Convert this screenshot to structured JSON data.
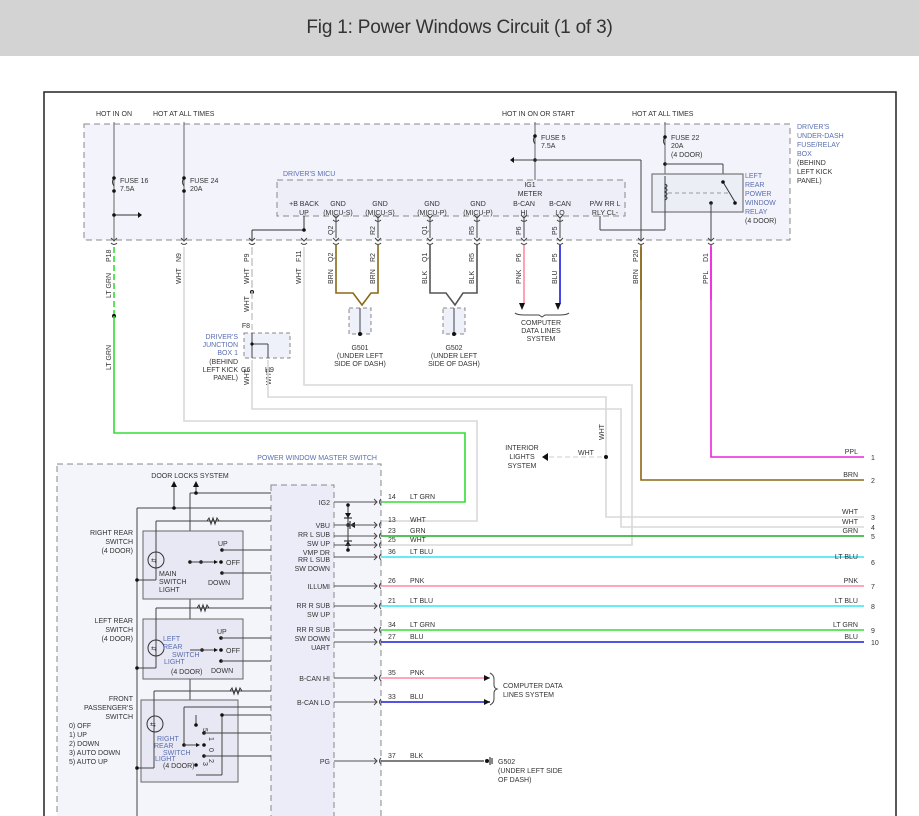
{
  "title": "Fig 1: Power Windows Circuit (1 of 3)",
  "power_sources": {
    "hot_in_on": "HOT IN ON",
    "hot_at_all_times_1": "HOT AT ALL TIMES",
    "hot_in_on_or_start": "HOT IN ON OR START",
    "hot_at_all_times_2": "HOT AT ALL TIMES"
  },
  "fuses": [
    {
      "name": "FUSE 16",
      "rating": "7.5A"
    },
    {
      "name": "FUSE 24",
      "rating": "20A"
    },
    {
      "name": "FUSE 5",
      "rating": "7.5A"
    },
    {
      "name": "FUSE 22",
      "rating": "20A",
      "note": "(4 DOOR)"
    }
  ],
  "fuse_box": {
    "label_lines": [
      "DRIVER'S",
      "UNDER-DASH",
      "FUSE/RELAY",
      "BOX"
    ],
    "location_lines": [
      "(BEHIND",
      "LEFT KICK",
      "PANEL)"
    ]
  },
  "relay": {
    "label_lines": [
      "LEFT",
      "REAR",
      "POWER",
      "WINDOW",
      "RELAY"
    ],
    "note": "(4 DOOR)"
  },
  "micu": {
    "label": "DRIVER'S MICU",
    "ig1": [
      "IG1",
      "METER"
    ],
    "terminals": [
      {
        "line1": "+B BACK",
        "line2": "UP",
        "pin": "F11"
      },
      {
        "line1": "GND",
        "line2": "(MICU-S)",
        "pin": "Q2"
      },
      {
        "line1": "GND",
        "line2": "(MICU-S)",
        "pin": "R2"
      },
      {
        "line1": "GND",
        "line2": "(MICU-P)",
        "pin": "Q1"
      },
      {
        "line1": "GND",
        "line2": "(MICU-P)",
        "pin": "R5"
      },
      {
        "line1": "B-CAN",
        "line2": "HI",
        "pin": "P6"
      },
      {
        "line1": "B-CAN",
        "line2": "LO",
        "pin": "P5"
      },
      {
        "line1": "P/W RR L",
        "line2": "RLY CL-",
        "pin": ""
      }
    ]
  },
  "box_pins": [
    {
      "pin": "P18",
      "wire": "LT GRN"
    },
    {
      "pin": "N9",
      "wire": "WHT"
    },
    {
      "pin": "P9",
      "wire": "WHT"
    },
    {
      "pin": "F11",
      "wire": "WHT"
    },
    {
      "pin": "Q2",
      "wire": "BRN"
    },
    {
      "pin": "R2",
      "wire": "BRN"
    },
    {
      "pin": "Q1",
      "wire": "BLK"
    },
    {
      "pin": "R5",
      "wire": "BLK"
    },
    {
      "pin": "P6",
      "wire": "PNK"
    },
    {
      "pin": "P5",
      "wire": "BLU"
    },
    {
      "pin": "P20",
      "wire": "BRN"
    },
    {
      "pin": "D1",
      "wire": "PPL"
    }
  ],
  "grounds": [
    {
      "name": "G501",
      "location_lines": [
        "(UNDER LEFT",
        "SIDE OF DASH)"
      ]
    },
    {
      "name": "G502",
      "location_lines": [
        "(UNDER LEFT",
        "SIDE OF DASH)"
      ]
    }
  ],
  "computer_data_lines_top": [
    "COMPUTER",
    "DATA LINES",
    "SYSTEM"
  ],
  "junction_box": {
    "label_lines": [
      "DRIVER'S",
      "JUNCTION",
      "BOX 1"
    ],
    "location_lines": [
      "(BEHIND",
      "LEFT KICK",
      "PANEL)"
    ],
    "pins": [
      "F8",
      "G6",
      "H9"
    ],
    "wire": "WHT"
  },
  "lt_grn_label": "LT GRN",
  "interior_lights": {
    "lines": [
      "INTERIOR",
      "LIGHTS",
      "SYSTEM"
    ],
    "wire": "WHT",
    "wire_vertical": "WHT"
  },
  "master_switch": {
    "label": "POWER WINDOW MASTER SWITCH",
    "door_locks": "DOOR LOCKS SYSTEM",
    "right_rear_switch": [
      "RIGHT REAR",
      "SWITCH",
      "(4 DOOR)"
    ],
    "main_switch_light": [
      "MAIN",
      "SWITCH",
      "LIGHT"
    ],
    "left_rear_switch": [
      "LEFT REAR",
      "SWITCH",
      "(4 DOOR)"
    ],
    "left_rear_light": [
      "LEFT",
      "REAR",
      "SWITCH",
      "LIGHT"
    ],
    "left_rear_light_note": "(4 DOOR)",
    "front_passenger_switch": [
      "FRONT",
      "PASSENGER'S",
      "SWITCH"
    ],
    "positions": [
      "0) OFF",
      "1) UP",
      "2) DOWN",
      "3) AUTO DOWN",
      "5) AUTO UP"
    ],
    "right_rear_light": [
      "RIGHT",
      "REAR",
      "SWITCH",
      "LIGHT"
    ],
    "right_rear_light_note": "(4 DOOR)",
    "up": "UP",
    "off": "OFF",
    "down": "DOWN",
    "terminals": [
      {
        "label": [
          "IG2"
        ],
        "pin": "14",
        "wire": "LT GRN"
      },
      {
        "label": [
          "VBU"
        ],
        "pin": "13",
        "wire": "WHT"
      },
      {
        "label": [
          "RR L SUB",
          "SW UP"
        ],
        "pin": "23",
        "wire": "GRN"
      },
      {
        "label": [
          "VMP DR"
        ],
        "pin": "25",
        "wire": "WHT"
      },
      {
        "label": [
          "RR L SUB",
          "SW DOWN"
        ],
        "pin": "36",
        "wire": "LT BLU"
      },
      {
        "label": [
          "ILLUMI"
        ],
        "pin": "26",
        "wire": "PNK"
      },
      {
        "label": [
          "RR R SUB",
          "SW UP"
        ],
        "pin": "21",
        "wire": "LT BLU"
      },
      {
        "label": [
          "RR R SUB",
          "SW DOWN"
        ],
        "pin": "34",
        "wire": "LT GRN"
      },
      {
        "label": [
          "UART"
        ],
        "pin": "27",
        "wire": "BLU"
      },
      {
        "label": [
          "B-CAN HI"
        ],
        "pin": "35",
        "wire": "PNK"
      },
      {
        "label": [
          "B-CAN LO"
        ],
        "pin": "33",
        "wire": "BLU"
      },
      {
        "label": [
          "PG"
        ],
        "pin": "37",
        "wire": "BLK"
      }
    ]
  },
  "computer_data_lines_bottom": [
    "COMPUTER DATA",
    "LINES SYSTEM"
  ],
  "g502_bottom": {
    "name": "G502",
    "location_lines": [
      "(UNDER LEFT SIDE",
      "OF DASH)"
    ]
  },
  "continuations": [
    {
      "num": "1",
      "wire": "PPL"
    },
    {
      "num": "2",
      "wire": "BRN"
    },
    {
      "num": "3",
      "wire": "WHT"
    },
    {
      "num": "4",
      "wire": "WHT"
    },
    {
      "num": "5",
      "wire": "GRN"
    },
    {
      "num": "6",
      "wire": "LT BLU"
    },
    {
      "num": "7",
      "wire": "PNK"
    },
    {
      "num": "8",
      "wire": "LT BLU"
    },
    {
      "num": "9",
      "wire": "LT GRN"
    },
    {
      "num": "10",
      "wire": "BLU"
    }
  ],
  "wire_colors": {
    "LT GRN": "#33dd33",
    "GRN": "#22aa22",
    "WHT": "#d8d8d8",
    "BRN": "#8b6914",
    "BLK": "#555555",
    "PNK": "#ff8aa0",
    "BLU": "#1a1add",
    "LT BLU": "#33e5f5",
    "PPL": "#ee22dd"
  }
}
